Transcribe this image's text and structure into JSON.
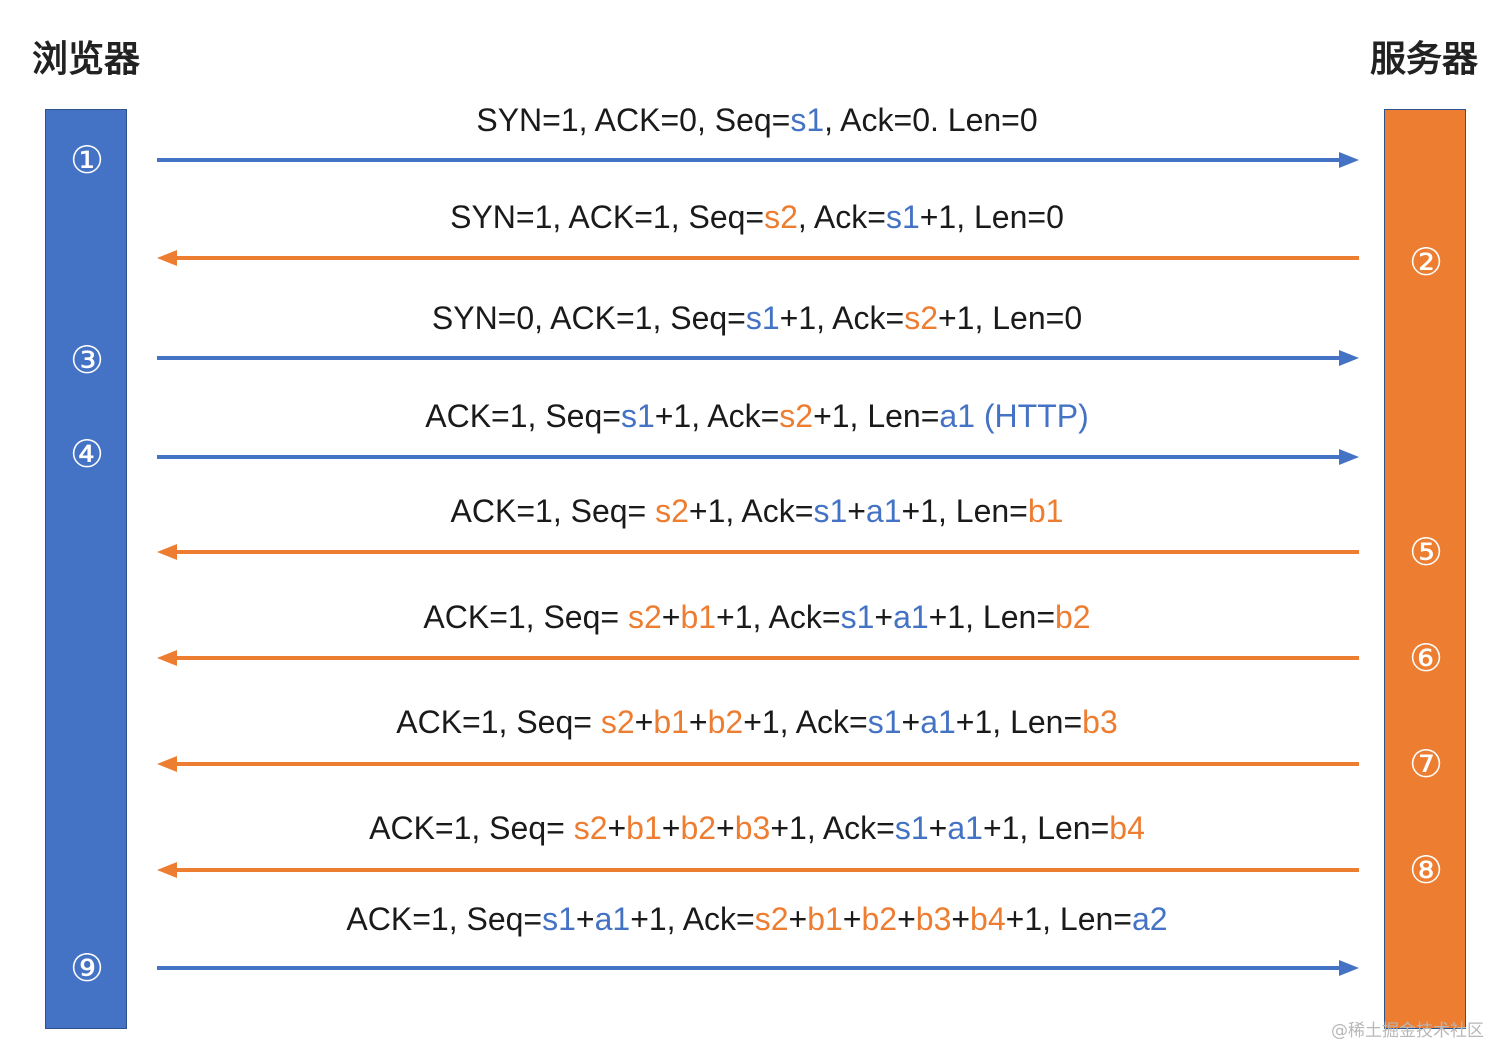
{
  "actors": {
    "left": "浏览器",
    "right": "服务器"
  },
  "colors": {
    "browser": "#4472c4",
    "server": "#ed7d31"
  },
  "steps": {
    "s1": "①",
    "s2": "②",
    "s3": "③",
    "s4": "④",
    "s5": "⑤",
    "s6": "⑥",
    "s7": "⑦",
    "s8": "⑧",
    "s9": "⑨"
  },
  "messages": [
    {
      "direction": "browser-to-server",
      "text": "SYN=1, ACK=0, Seq=s1, Ack=0. Len=0"
    },
    {
      "direction": "server-to-browser",
      "text": "SYN=1, ACK=1, Seq=s2, Ack=s1+1, Len=0"
    },
    {
      "direction": "browser-to-server",
      "text": "SYN=0, ACK=1, Seq=s1+1, Ack=s2+1, Len=0"
    },
    {
      "direction": "browser-to-server",
      "text": "ACK=1, Seq=s1+1, Ack=s2+1, Len=a1 (HTTP)"
    },
    {
      "direction": "server-to-browser",
      "text": "ACK=1, Seq= s2+1, Ack=s1+a1+1, Len=b1"
    },
    {
      "direction": "server-to-browser",
      "text": "ACK=1, Seq= s2+b1+1, Ack=s1+a1+1, Len=b2"
    },
    {
      "direction": "server-to-browser",
      "text": "ACK=1, Seq= s2+b1+b2+1, Ack=s1+a1+1, Len=b3"
    },
    {
      "direction": "server-to-browser",
      "text": "ACK=1, Seq= s2+b1+b2+b3+1, Ack=s1+a1+1, Len=b4"
    },
    {
      "direction": "browser-to-server",
      "text": "ACK=1, Seq=s1+a1+1, Ack=s2+b1+b2+b3+b4+1, Len=a2"
    }
  ],
  "watermark": "@稀土掘金技术社区"
}
